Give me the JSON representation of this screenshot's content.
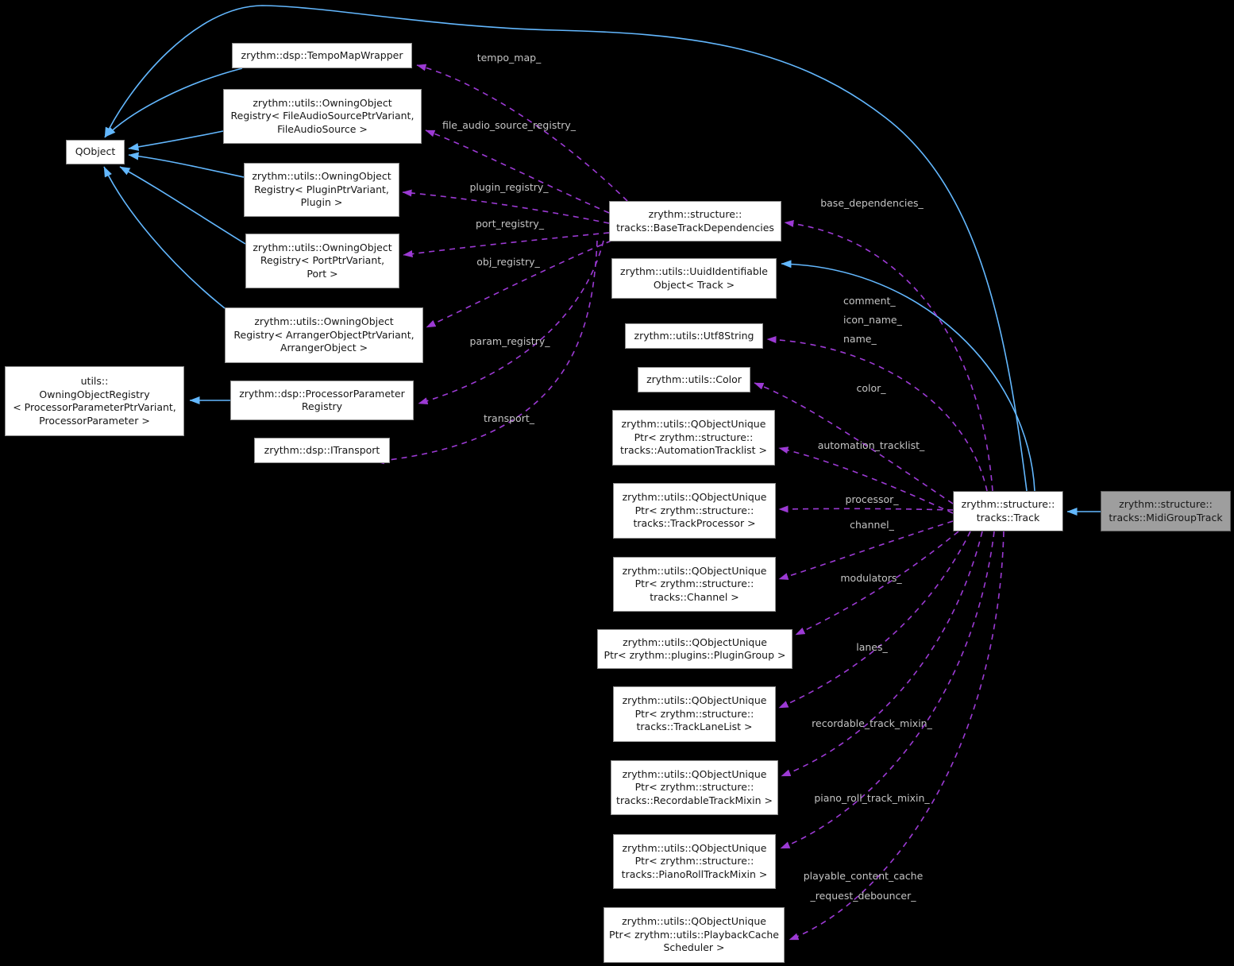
{
  "diagram": {
    "kind": "collaboration-graph",
    "focus_class": "zrythm::structure::tracks::MidiGroupTrack",
    "colors": {
      "background": "#000000",
      "inheritance_edge": "#63b8ff",
      "usage_edge": "#9c3ad4",
      "edge_label": "#c4c4c4",
      "node_background": "#ffffff",
      "node_border": "#909090",
      "focus_node_background": "#9e9e9e",
      "node_text": "#161616"
    },
    "nodes": [
      {
        "id": "qobject",
        "label": "QObject"
      },
      {
        "id": "tempo-map-wrapper",
        "label": "zrythm::dsp::TempoMapWrapper"
      },
      {
        "id": "file-audio-source-registry",
        "label": "zrythm::utils::OwningObject\nRegistry< FileAudioSourcePtrVariant,\nFileAudioSource >"
      },
      {
        "id": "plugin-registry",
        "label": "zrythm::utils::OwningObject\nRegistry< PluginPtrVariant,\nPlugin >"
      },
      {
        "id": "port-registry",
        "label": "zrythm::utils::OwningObject\nRegistry< PortPtrVariant,\nPort >"
      },
      {
        "id": "arranger-object-registry",
        "label": "zrythm::utils::OwningObject\nRegistry< ArrangerObjectPtrVariant,\nArrangerObject >"
      },
      {
        "id": "processor-parameter-owning-registry",
        "label": "utils::\nOwningObjectRegistry\n< ProcessorParameterPtrVariant,\nProcessorParameter >"
      },
      {
        "id": "processor-parameter-registry",
        "label": "zrythm::dsp::ProcessorParameter\nRegistry"
      },
      {
        "id": "itransport",
        "label": "zrythm::dsp::ITransport"
      },
      {
        "id": "base-track-dependencies",
        "label": "zrythm::structure::\ntracks::BaseTrackDependencies"
      },
      {
        "id": "uuid-identifiable-object",
        "label": "zrythm::utils::UuidIdentifiable\nObject< Track >"
      },
      {
        "id": "utf8-string",
        "label": "zrythm::utils::Utf8String"
      },
      {
        "id": "color",
        "label": "zrythm::utils::Color"
      },
      {
        "id": "ptr-automation-tracklist",
        "label": "zrythm::utils::QObjectUnique\nPtr< zrythm::structure::\ntracks::AutomationTracklist >"
      },
      {
        "id": "ptr-track-processor",
        "label": "zrythm::utils::QObjectUnique\nPtr< zrythm::structure::\ntracks::TrackProcessor >"
      },
      {
        "id": "ptr-channel",
        "label": "zrythm::utils::QObjectUnique\nPtr< zrythm::structure::\ntracks::Channel >"
      },
      {
        "id": "ptr-plugin-group",
        "label": "zrythm::utils::QObjectUnique\nPtr< zrythm::plugins::PluginGroup >"
      },
      {
        "id": "ptr-track-lane-list",
        "label": "zrythm::utils::QObjectUnique\nPtr< zrythm::structure::\ntracks::TrackLaneList >"
      },
      {
        "id": "ptr-recordable-track-mixin",
        "label": "zrythm::utils::QObjectUnique\nPtr< zrythm::structure::\ntracks::RecordableTrackMixin >"
      },
      {
        "id": "ptr-piano-roll-track-mixin",
        "label": "zrythm::utils::QObjectUnique\nPtr< zrythm::structure::\ntracks::PianoRollTrackMixin >"
      },
      {
        "id": "ptr-playback-cache-scheduler",
        "label": "zrythm::utils::QObjectUnique\nPtr< zrythm::utils::PlaybackCache\nScheduler >"
      },
      {
        "id": "track",
        "label": "zrythm::structure::\ntracks::Track"
      },
      {
        "id": "midi-group-track",
        "label": "zrythm::structure::\ntracks::MidiGroupTrack"
      }
    ],
    "edges": [
      {
        "from": "tempo-map-wrapper",
        "to": "qobject",
        "kind": "inheritance",
        "label": ""
      },
      {
        "from": "file-audio-source-registry",
        "to": "qobject",
        "kind": "inheritance",
        "label": ""
      },
      {
        "from": "plugin-registry",
        "to": "qobject",
        "kind": "inheritance",
        "label": ""
      },
      {
        "from": "port-registry",
        "to": "qobject",
        "kind": "inheritance",
        "label": ""
      },
      {
        "from": "arranger-object-registry",
        "to": "qobject",
        "kind": "inheritance",
        "label": ""
      },
      {
        "from": "processor-parameter-registry",
        "to": "processor-parameter-owning-registry",
        "kind": "inheritance",
        "label": ""
      },
      {
        "from": "track",
        "to": "qobject",
        "kind": "inheritance",
        "label": ""
      },
      {
        "from": "track",
        "to": "uuid-identifiable-object",
        "kind": "inheritance",
        "label": ""
      },
      {
        "from": "midi-group-track",
        "to": "track",
        "kind": "inheritance",
        "label": ""
      },
      {
        "from": "base-track-dependencies",
        "to": "tempo-map-wrapper",
        "kind": "usage",
        "label": "tempo_map_"
      },
      {
        "from": "base-track-dependencies",
        "to": "file-audio-source-registry",
        "kind": "usage",
        "label": "file_audio_source_registry_"
      },
      {
        "from": "base-track-dependencies",
        "to": "plugin-registry",
        "kind": "usage",
        "label": "plugin_registry_"
      },
      {
        "from": "base-track-dependencies",
        "to": "port-registry",
        "kind": "usage",
        "label": "port_registry_"
      },
      {
        "from": "base-track-dependencies",
        "to": "arranger-object-registry",
        "kind": "usage",
        "label": "obj_registry_"
      },
      {
        "from": "base-track-dependencies",
        "to": "processor-parameter-registry",
        "kind": "usage",
        "label": "param_registry_"
      },
      {
        "from": "base-track-dependencies",
        "to": "itransport",
        "kind": "usage",
        "label": "transport_"
      },
      {
        "from": "track",
        "to": "base-track-dependencies",
        "kind": "usage",
        "label": "base_dependencies_"
      },
      {
        "from": "track",
        "to": "utf8-string",
        "kind": "usage",
        "label": "comment_\nicon_name_\nname_"
      },
      {
        "from": "track",
        "to": "color",
        "kind": "usage",
        "label": "color_"
      },
      {
        "from": "track",
        "to": "ptr-automation-tracklist",
        "kind": "usage",
        "label": "automation_tracklist_"
      },
      {
        "from": "track",
        "to": "ptr-track-processor",
        "kind": "usage",
        "label": "processor_"
      },
      {
        "from": "track",
        "to": "ptr-channel",
        "kind": "usage",
        "label": "channel_"
      },
      {
        "from": "track",
        "to": "ptr-plugin-group",
        "kind": "usage",
        "label": "modulators_"
      },
      {
        "from": "track",
        "to": "ptr-track-lane-list",
        "kind": "usage",
        "label": "lanes_"
      },
      {
        "from": "track",
        "to": "ptr-recordable-track-mixin",
        "kind": "usage",
        "label": "recordable_track_mixin_"
      },
      {
        "from": "track",
        "to": "ptr-piano-roll-track-mixin",
        "kind": "usage",
        "label": "piano_roll_track_mixin_"
      },
      {
        "from": "track",
        "to": "ptr-playback-cache-scheduler",
        "kind": "usage",
        "label": "playable_content_cache\n_request_debouncer_"
      }
    ]
  }
}
